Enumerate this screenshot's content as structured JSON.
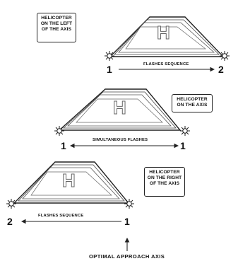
{
  "scenes": [
    {
      "caption_lines": [
        "HELICOPTER",
        "ON THE LEFT",
        "OF THE AXIS"
      ],
      "sequence_label": "FLASHES SEQUENCE",
      "left_number": "1",
      "right_number": "2"
    },
    {
      "caption_lines": [
        "HELICOPTER",
        "ON THE AXIS"
      ],
      "sequence_label": "SIMULTANEOUS FLASHES",
      "left_number": "1",
      "right_number": "1"
    },
    {
      "caption_lines": [
        "HELICOPTER",
        "ON THE RIGHT",
        "OF THE AXIS"
      ],
      "sequence_label": "FLASHES SEQUENCE",
      "left_number": "2",
      "right_number": "1"
    }
  ],
  "pad_marking": "H",
  "axis_label": "OPTIMAL APPROACH AXIS",
  "icons": [
    "flashing-light-icon",
    "arrow-right-icon",
    "arrow-left-icon",
    "double-arrow-icon",
    "arrow-up-icon"
  ]
}
